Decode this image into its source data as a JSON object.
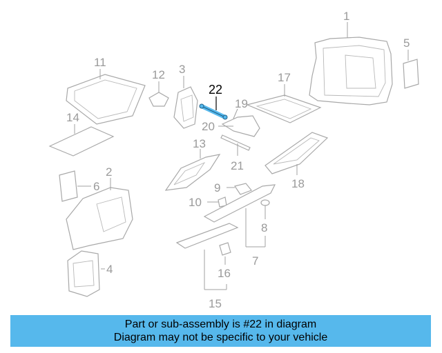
{
  "diagram": {
    "highlight_color": "#56b8ec",
    "callouts": {
      "c1": "1",
      "c2": "2",
      "c3": "3",
      "c4": "4",
      "c5": "5",
      "c6": "6",
      "c7": "7",
      "c8": "8",
      "c9": "9",
      "c10": "10",
      "c11": "11",
      "c12": "12",
      "c13": "13",
      "c14": "14",
      "c15": "15",
      "c16": "16",
      "c17": "17",
      "c18": "18",
      "c19": "19",
      "c20": "20",
      "c21": "21",
      "c22": "22"
    },
    "highlighted_part": "22"
  },
  "caption": {
    "line1": "Part or sub-assembly is #22 in diagram",
    "line2": "Diagram may not be specific to your vehicle",
    "background": "#56b8ec"
  }
}
